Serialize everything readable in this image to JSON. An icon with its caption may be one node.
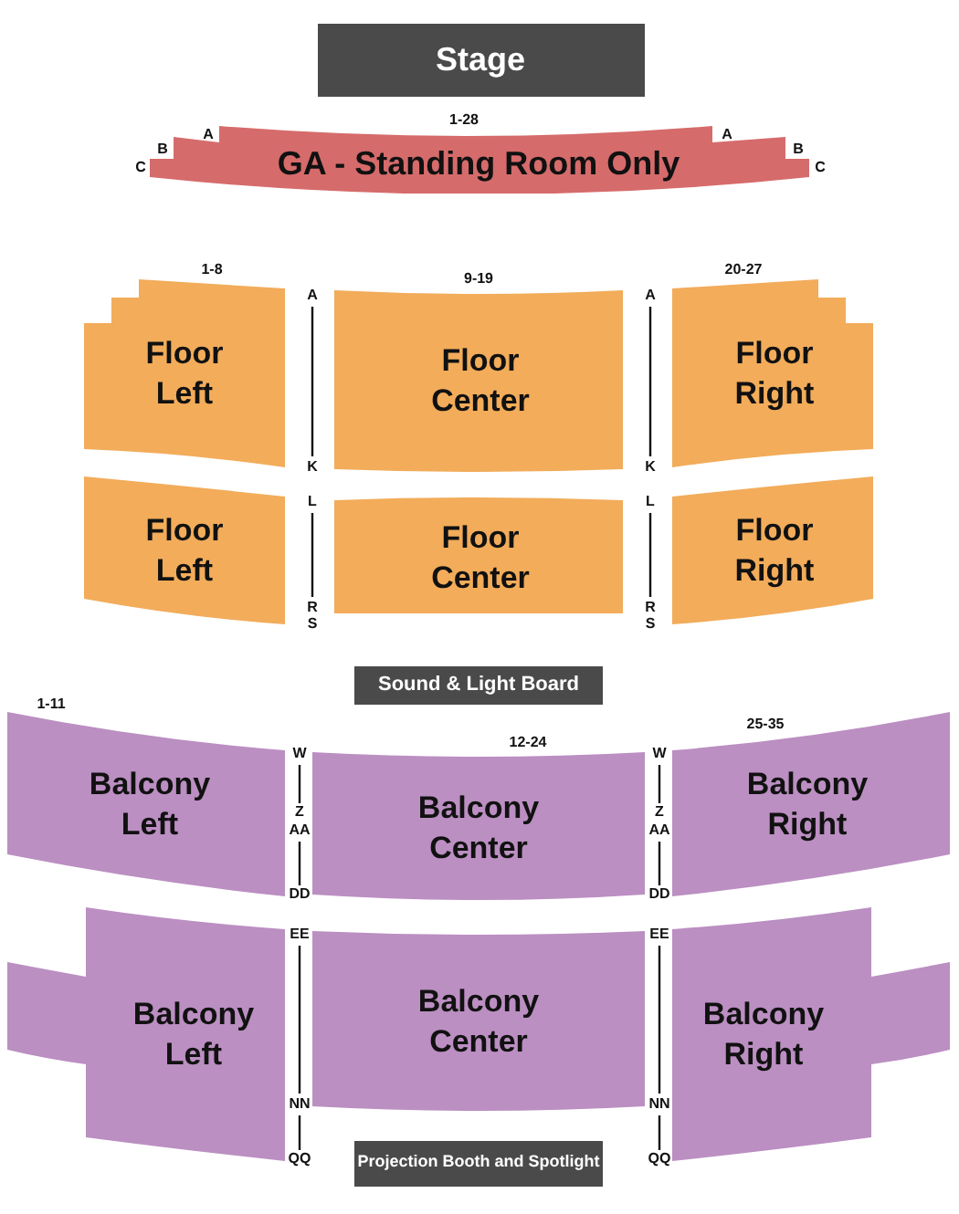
{
  "diagram": {
    "nodes": [
      {
        "text": [
          "Stage"
        ]
      },
      {
        "text": [
          "GA - Standing Room Only"
        ]
      },
      {
        "text": [
          "Floor Left"
        ]
      },
      {
        "text": [
          "Floor Center"
        ]
      },
      {
        "text": [
          "Floor Right"
        ]
      },
      {
        "text": [
          "Floor Left"
        ]
      },
      {
        "text": [
          "Floor Center"
        ]
      },
      {
        "text": [
          "Floor Right"
        ]
      },
      {
        "text": [
          "Sound & Light Board"
        ]
      },
      {
        "text": [
          "Balcony Left"
        ]
      },
      {
        "text": [
          "Balcony Center"
        ]
      },
      {
        "text": [
          "Balcony Right"
        ]
      },
      {
        "text": [
          "Balcony Left"
        ]
      },
      {
        "text": [
          "Balcony Center"
        ]
      },
      {
        "text": [
          "Balcony Right"
        ]
      },
      {
        "text": [
          "Projection Booth and Spotlight"
        ]
      }
    ],
    "labels": [
      "1-28",
      "A",
      "A",
      "B",
      "B",
      "C",
      "C",
      "1-8",
      "9-19",
      "20-27",
      "A",
      "A",
      "K",
      "K",
      "L",
      "L",
      "R",
      "R",
      "S",
      "S",
      "1-11",
      "25-35",
      "12-24",
      "W",
      "W",
      "Z",
      "Z",
      "AA",
      "AA",
      "DD",
      "DD",
      "EE",
      "EE",
      "NN",
      "NN",
      "QQ",
      "QQ"
    ]
  }
}
